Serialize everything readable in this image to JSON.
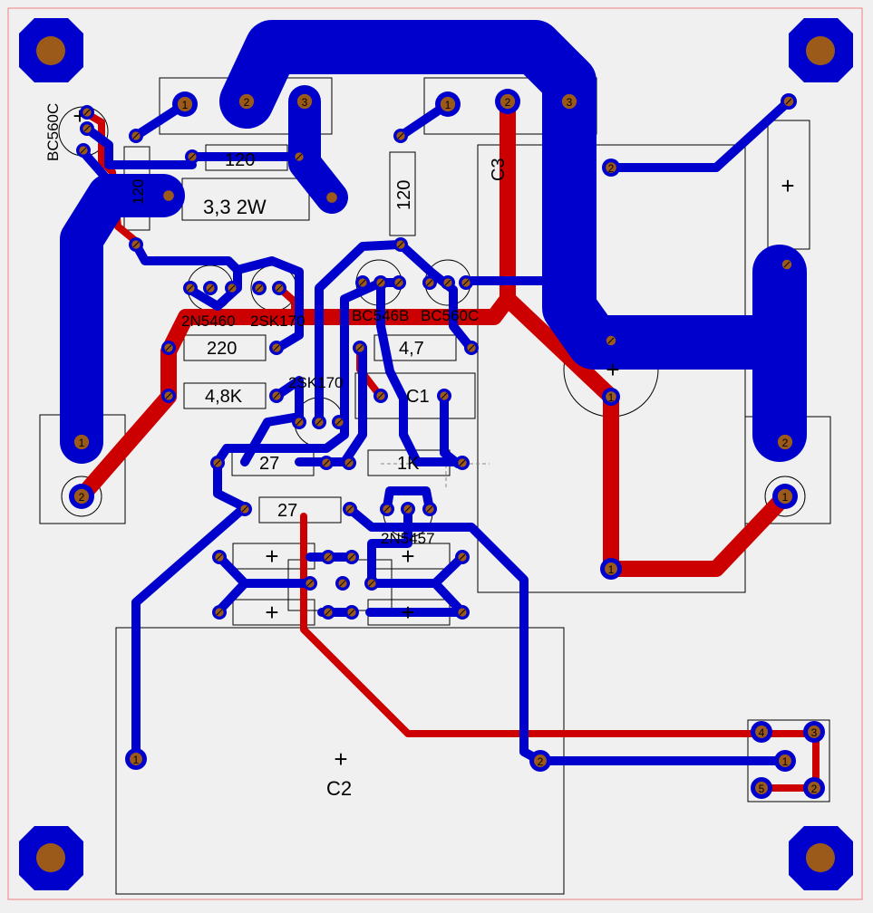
{
  "board": {
    "components": {
      "q_bc560c_top": "BC560C",
      "r_120_h": "120",
      "r_120_v_left": "120",
      "r_3_3_2w": "3,3 2W",
      "r_120_v_mid": "120",
      "c3": "C3",
      "q_2n5460": "2N5460",
      "q_2sk170_a": "2SK170",
      "q_bc546b": "BC546B",
      "q_bc560c_mid": "BC560C",
      "r_220": "220",
      "r_4_7_a": "4,7",
      "r_4_8k": "4,8K",
      "q_2sk170_b": "2SK170",
      "c1": "C1",
      "r_27_a": "27",
      "r_1k": "1K",
      "r_27_b": "27",
      "q_2n5457": "2N5457",
      "c2": "C2"
    },
    "pads": {
      "one": "1",
      "two": "2",
      "three": "3",
      "four": "4",
      "five": "5"
    },
    "plus": "+"
  }
}
